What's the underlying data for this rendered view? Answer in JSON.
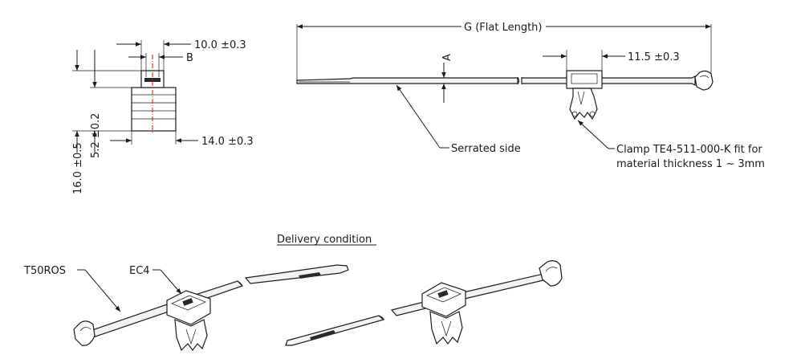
{
  "dimensions": {
    "top_width": "10.0 ±0.3",
    "detail_b": "B",
    "overall_height": "16.0 ±0.5",
    "head_height": "5.2 ±0.2",
    "head_width": "14.0 ±0.3",
    "flat_length": "G (Flat Length)",
    "thickness_a": "A",
    "clamp_width": "11.5 ±0.3"
  },
  "callouts": {
    "serrated_side": "Serrated side",
    "clamp_line1": "Clamp TE4-511-000-K fit for",
    "clamp_line2": "material thickness 1 ~ 3mm"
  },
  "delivery": {
    "title": "Delivery condition",
    "label_tie": "T50ROS",
    "label_clamp": "EC4"
  }
}
